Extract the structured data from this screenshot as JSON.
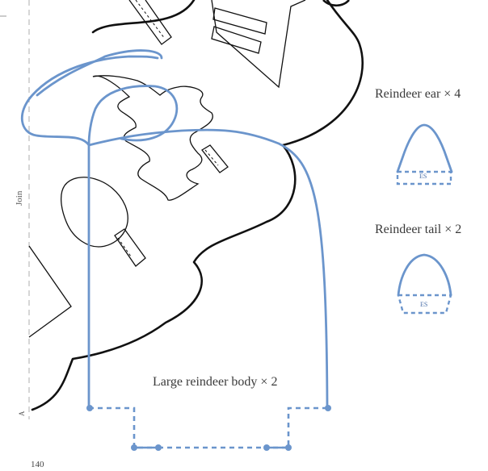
{
  "page": {
    "number": "140",
    "join_label": "Join",
    "edge_mark": "A"
  },
  "pieces": {
    "ear": {
      "label": "Reindeer ear × 4",
      "es_label": "ES"
    },
    "tail": {
      "label": "Reindeer tail × 2",
      "es_label": "ES"
    },
    "body": {
      "label": "Large reindeer body × 2"
    }
  },
  "colors": {
    "outline": "#111111",
    "pattern_blue": "#6b95cc",
    "guide_gray": "#bbbbbb",
    "label_text": "#3a3a3a"
  }
}
